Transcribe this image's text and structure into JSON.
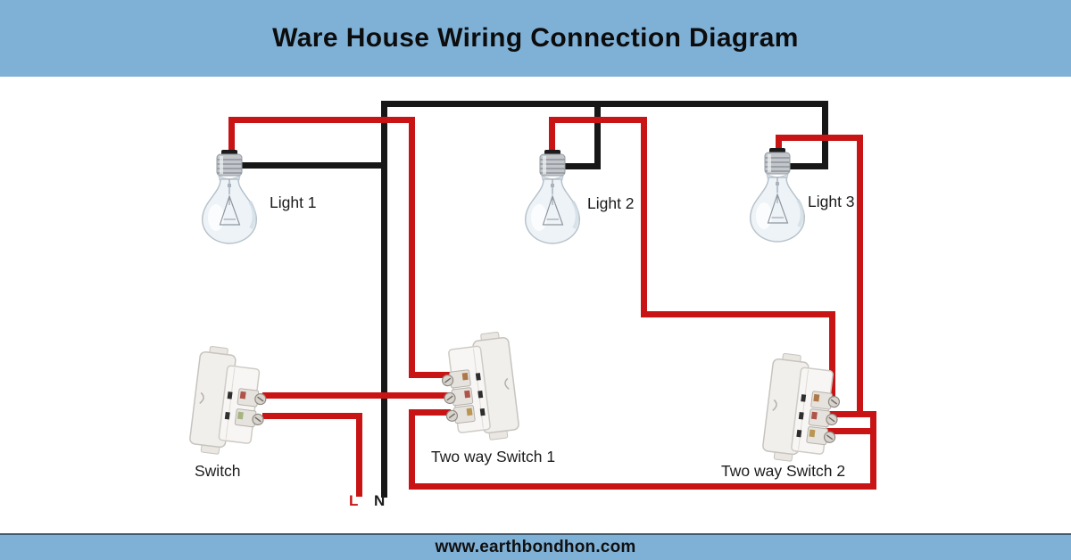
{
  "title": "Ware House Wiring Connection Diagram",
  "footer": {
    "website": "www.earthbondhon.com"
  },
  "colors": {
    "banner_blue": "#7FB1D7",
    "wire_live_red": "#C81414",
    "wire_neutral_black": "#171717"
  },
  "diagram": {
    "lights": [
      {
        "label": "Light 1"
      },
      {
        "label": "Light 2"
      },
      {
        "label": "Light 3"
      }
    ],
    "switches": [
      {
        "label": "Switch"
      },
      {
        "label": "Two way Switch 1"
      },
      {
        "label": "Two way Switch 2"
      }
    ],
    "supply": {
      "live_label": "L",
      "neutral_label": "N"
    }
  }
}
